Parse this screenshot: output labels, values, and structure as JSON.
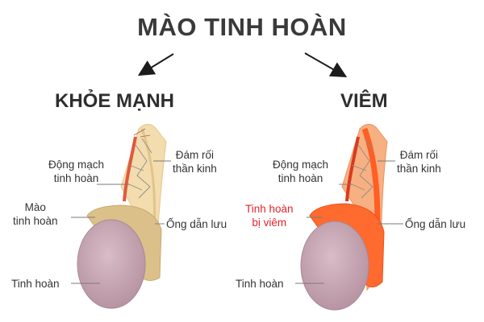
{
  "title": "MÀO TINH HOÀN",
  "panels": {
    "healthy": {
      "heading": "KHỎE MẠNH",
      "labels": {
        "artery_line1": "Động mạch",
        "artery_line2": "tinh hoàn",
        "plexus_line1": "Đám rối",
        "plexus_line2": "thần kinh",
        "epididymis_line1": "Mào",
        "epididymis_line2": "tinh hoàn",
        "vas_deferens": "Ống dẫn lưu",
        "testis": "Tinh hoàn"
      }
    },
    "inflamed": {
      "heading": "VIÊM",
      "labels": {
        "artery_line1": "Động mạch",
        "artery_line2": "tinh hoàn",
        "plexus_line1": "Đám rối",
        "plexus_line2": "thần kinh",
        "inflamed_line1": "Tinh hoàn",
        "inflamed_line2": "bị viêm",
        "vas_deferens": "Ống dẫn lưu",
        "testis": "Tinh hoàn"
      }
    }
  },
  "colors": {
    "testis_fill": "#c8a9b5",
    "healthy_tissue": "#f3dcae",
    "healthy_epididymis": "#dbc08a",
    "inflamed_tissue": "#f7b081",
    "inflamed_epididymis": "#ff6a2e",
    "artery": "#e2583c",
    "highlight_red": "#e0262b",
    "text": "#333333"
  }
}
